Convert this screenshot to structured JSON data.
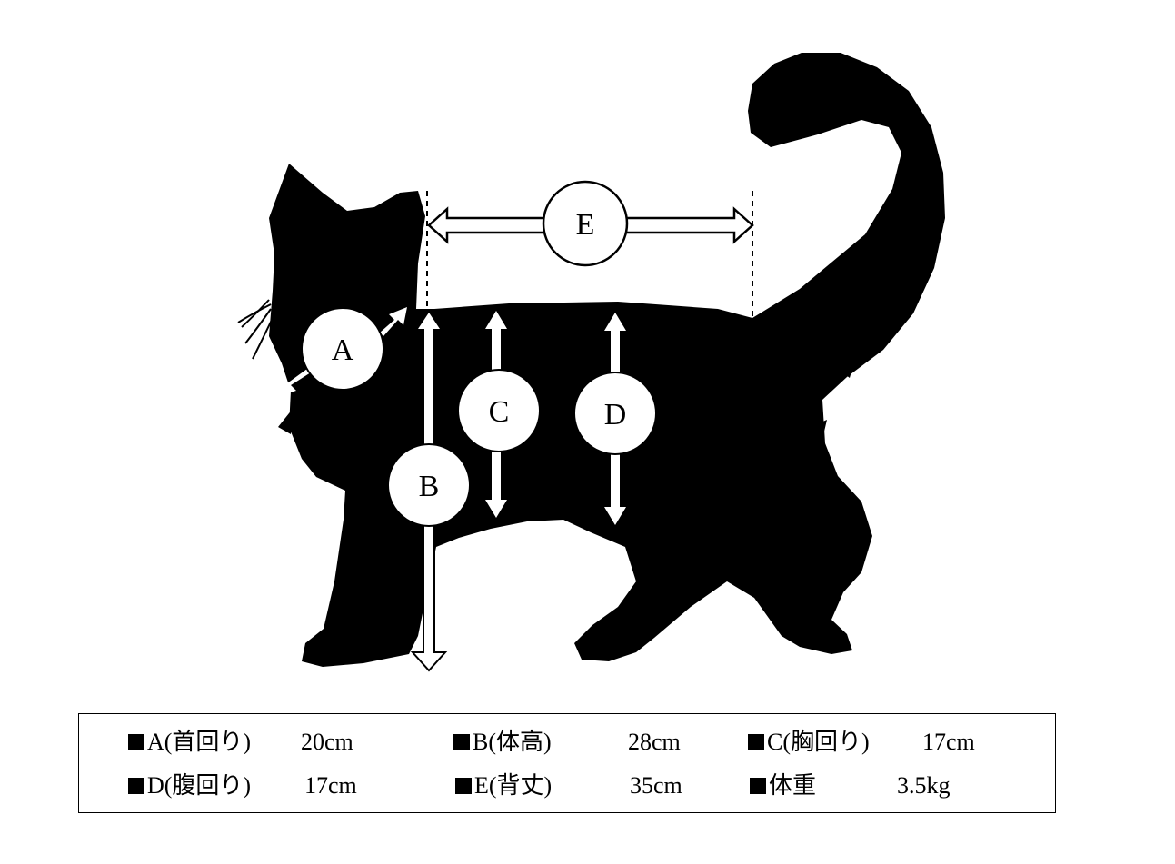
{
  "diagram": {
    "labels": {
      "a": "A",
      "b": "B",
      "c": "C",
      "d": "D",
      "e": "E"
    }
  },
  "table": {
    "rows": [
      [
        {
          "label": "A(首回り)",
          "value": "20cm"
        },
        {
          "label": "B(体高)",
          "value": "28cm"
        },
        {
          "label": "C(胸回り)",
          "value": "17cm"
        }
      ],
      [
        {
          "label": "D(腹回り)",
          "value": "17cm"
        },
        {
          "label": "E(背丈)",
          "value": "35cm"
        },
        {
          "label": "体重",
          "value": "3.5kg"
        }
      ]
    ]
  }
}
